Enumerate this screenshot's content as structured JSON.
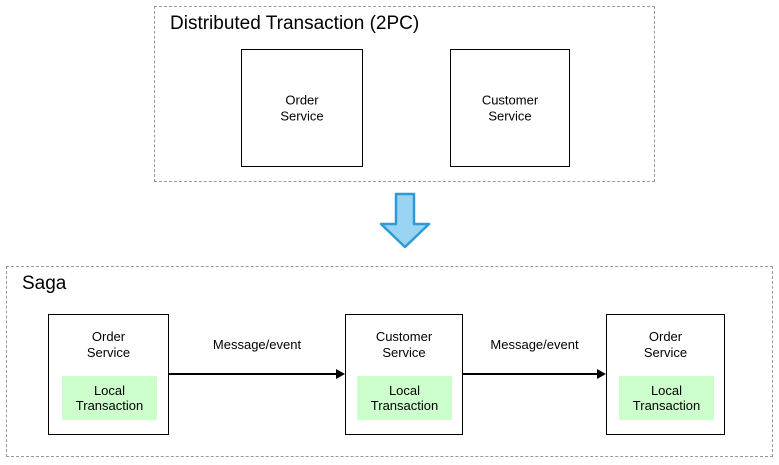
{
  "diagram": {
    "title_top": "Distributed Transaction (2PC)",
    "title_bottom": "Saga",
    "colors": {
      "local_transaction_fill": "#ccffcc",
      "blue_arrow_fill": "#9ad4f2",
      "blue_arrow_stroke": "#2e9bd6",
      "box_stroke": "#000000",
      "group_stroke": "#9a9a9a"
    },
    "two_pc": {
      "label": "Distributed Transaction (2PC)",
      "services": [
        {
          "name": "Order\nService"
        },
        {
          "name": "Customer\nService"
        }
      ]
    },
    "transition": {
      "icon": "down-arrow-icon"
    },
    "saga": {
      "label": "Saga",
      "steps": [
        {
          "service": "Order\nService",
          "local_transaction": "Local\nTransaction"
        },
        {
          "service": "Customer\nService",
          "local_transaction": "Local\nTransaction"
        },
        {
          "service": "Order\nService",
          "local_transaction": "Local\nTransaction"
        }
      ],
      "edges": [
        {
          "label": "Message/event"
        },
        {
          "label": "Message/event"
        }
      ]
    }
  }
}
